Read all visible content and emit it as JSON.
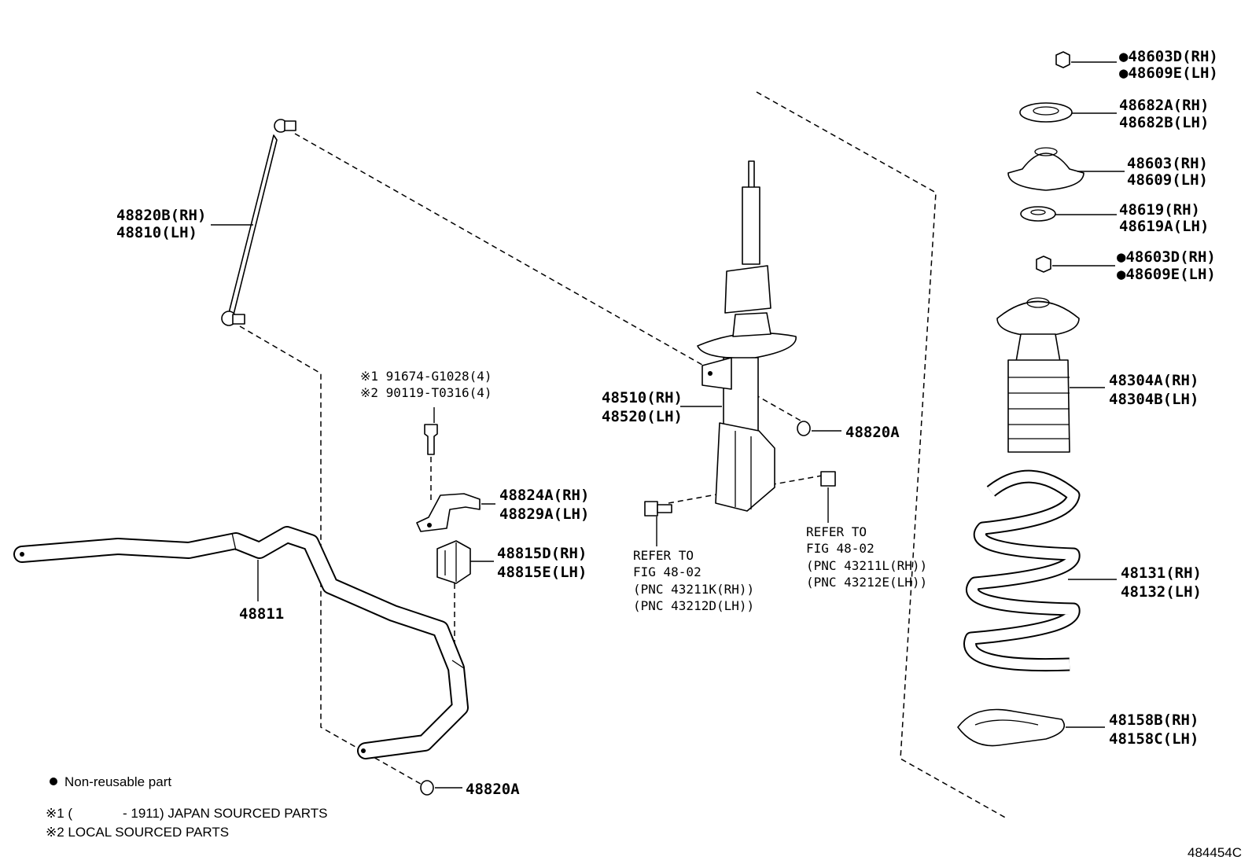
{
  "labels": {
    "nut_top_a": "●48603D(RH)",
    "nut_top_b": "●48609E(LH)",
    "bearing_a": "48682A(RH)",
    "bearing_b": "48682B(LH)",
    "mount_a": "48603(RH)",
    "mount_b": "48609(LH)",
    "washer_a": "48619(RH)",
    "washer_b": "48619A(LH)",
    "nut_mid_a": "●48603D(RH)",
    "nut_mid_b": "●48609E(LH)",
    "bumper_a": "48304A(RH)",
    "bumper_b": "48304B(LH)",
    "spring_a": "48131(RH)",
    "spring_b": "48132(LH)",
    "insulator_a": "48158B(RH)",
    "insulator_b": "48158C(LH)",
    "link_a": "48820B(RH)",
    "link_b": "48810(LH)",
    "stabilizer_bar": "48811",
    "bolt_a": "※1 91674-G1028(4)",
    "bolt_b": "※2 90119-T0316(4)",
    "bracket_a": "48824A(RH)",
    "bracket_b": "48829A(LH)",
    "bushing_a": "48815D(RH)",
    "bushing_b": "48815E(LH)",
    "strut_a": "48510(RH)",
    "strut_b": "48520(LH)",
    "link_nut_upper": "48820A",
    "link_nut_lower": "48820A",
    "refer_left_1": "REFER TO",
    "refer_left_2": "FIG 48-02",
    "refer_left_3": "(PNC 43211K(RH))",
    "refer_left_4": "(PNC 43212D(LH))",
    "refer_right_1": "REFER TO",
    "refer_right_2": "FIG 48-02",
    "refer_right_3": "(PNC 43211L(RH))",
    "refer_right_4": "(PNC 43212E(LH))"
  },
  "legend": {
    "non_reusable": "Non-reusable part",
    "note1_mark": "※1 (",
    "note1_text": "- 1911) JAPAN SOURCED PARTS",
    "note2": "※2 LOCAL SOURCED PARTS"
  },
  "figure_id": "484454C"
}
